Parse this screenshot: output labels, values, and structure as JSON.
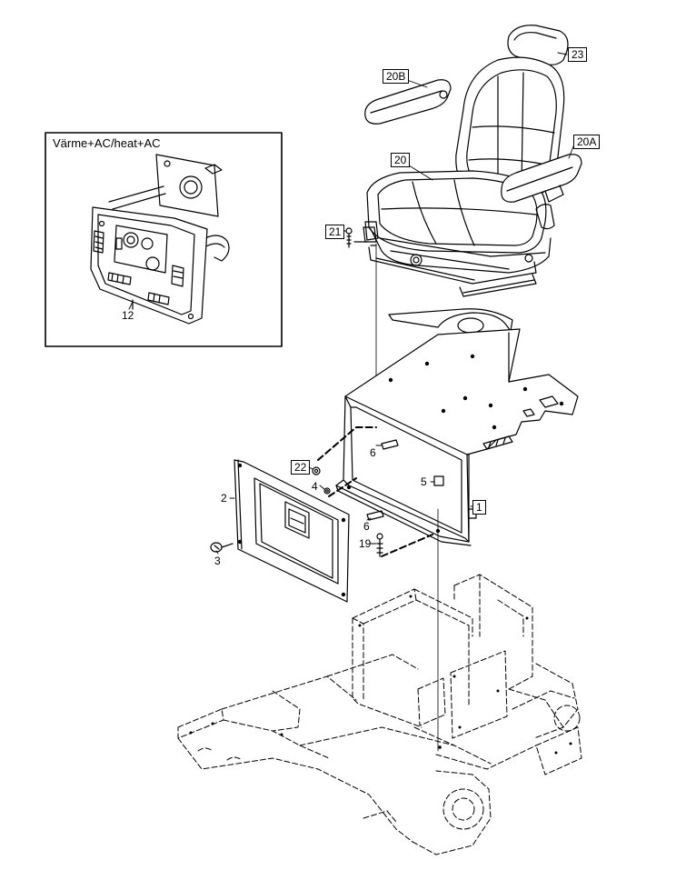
{
  "inset": {
    "title": "Värme+AC/heat+AC"
  },
  "callouts": {
    "c1": "1",
    "c2": "2",
    "c3": "3",
    "c4": "4",
    "c5": "5",
    "c6a": "6",
    "c6b": "6",
    "c12": "12",
    "c19": "19",
    "c20": "20",
    "c20a": "20A",
    "c20b": "20B",
    "c21": "21",
    "c22": "22",
    "c23": "23"
  }
}
